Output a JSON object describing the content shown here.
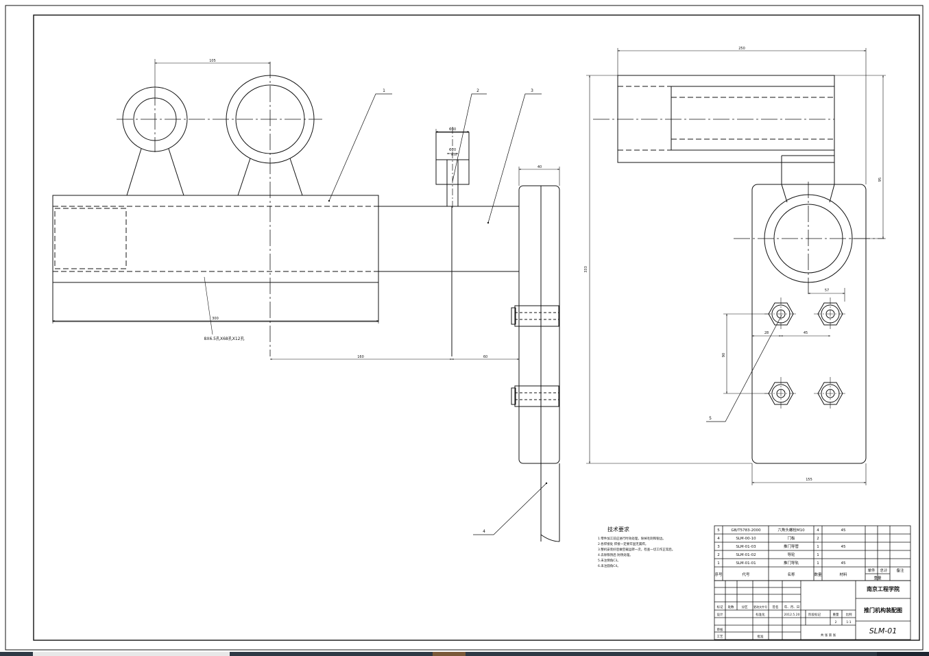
{
  "dims": {
    "d_105": "105",
    "d_300": "300",
    "d_160": "160",
    "d_60": "60",
    "d_40": "40",
    "d_d30": "Φ30",
    "d_d20": "Φ20",
    "d_d10": "Φ10",
    "d_250": "250",
    "d_333": "333",
    "d_95": "95",
    "d_57": "57",
    "d_28": "28",
    "d_45": "45",
    "d_90": "90",
    "d_155": "155",
    "tube_note": "8X6.5孔X68孔X12孔"
  },
  "balloons": [
    "1",
    "2",
    "3",
    "4",
    "5"
  ],
  "notes": {
    "title": "技术要求",
    "lines": [
      "1.零件加工前应进行时效处理，除掉毛刺和锐边。",
      "2.各焊接处 焊接一定要牢固无漏焊。",
      "3.整机安装好后做空载运转一次，检查一切工作正常后。",
      "4.去除铁锈后 防锈处理。",
      "5.未注倒角C3。",
      "6.未注圆角C4。"
    ]
  },
  "bom": {
    "rows": [
      {
        "no": "5",
        "code": "GB/T5783-2000",
        "name": "六角头螺栓M10",
        "qty": "4",
        "material": "45"
      },
      {
        "no": "4",
        "code": "SLM-00-10",
        "name": "门板",
        "qty": "2",
        "material": ""
      },
      {
        "no": "3",
        "code": "SLM-01-03",
        "name": "推门导管",
        "qty": "1",
        "material": "45"
      },
      {
        "no": "2",
        "code": "SLM-01-02",
        "name": "导轮",
        "qty": "1",
        "material": ""
      },
      {
        "no": "1",
        "code": "SLM-01-01",
        "name": "推门导轨",
        "qty": "1",
        "material": "45"
      }
    ],
    "header": {
      "no": "序号",
      "code": "代号",
      "name": "名称",
      "qty": "数量",
      "material": "材料",
      "unit_w": "单件",
      "total_w": "总计",
      "weight": "重量",
      "remark": "备注"
    }
  },
  "title_block": {
    "school": "南京工程学院",
    "drawing_name": "推门机构装配图",
    "drawing_no": "SLM-01",
    "date": "2012.5.20",
    "scale_label": "阶段标记",
    "scale": "1:1",
    "sheet_count": "2",
    "row_labels": [
      "标记",
      "设计",
      "审核",
      "工艺"
    ],
    "col_labels": [
      "处数",
      "分区",
      "更改文件号",
      "签名",
      "年、月、日"
    ],
    "std_label": "标准化",
    "approve_label": "批准",
    "sheet_label": "共 张 第 张",
    "weight_label": "重量",
    "ratio_label": "比例"
  },
  "taskbar_colors": [
    "#2f3a46",
    "#e8e8e8",
    "#2f3a46",
    "#7a5a3a",
    "#2f3a46",
    "#1d2530"
  ]
}
